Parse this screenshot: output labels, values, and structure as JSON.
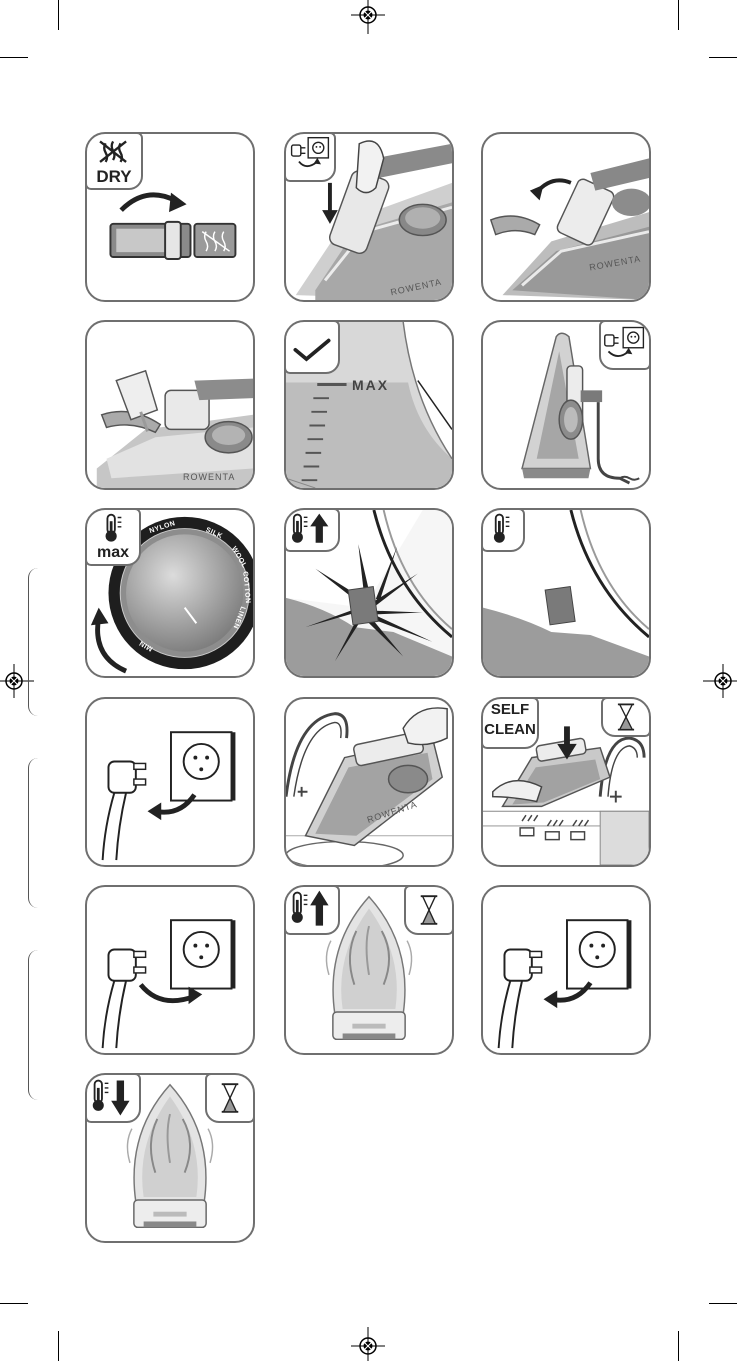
{
  "badges": {
    "dry_label": "DRY",
    "max_label": "max",
    "self_clean_line1": "SELF",
    "self_clean_line2": "CLEAN"
  },
  "reservoir": {
    "max_label": "MAX"
  },
  "dial": {
    "labels": [
      "NYLON",
      "SILK",
      "WOOL",
      "COTTON",
      "LINEN",
      "MIN"
    ]
  },
  "brand": {
    "name": "ROWENTA"
  },
  "colors": {
    "panel_border": "#6f6f6f",
    "tint_light": "#d6d6d6",
    "tint_mid": "#b4b4b4",
    "tint_dark": "#7a7a7a",
    "ink": "#222222"
  },
  "icons": [
    "no-steam-icon",
    "socket-plug-icon",
    "checkmark-icon",
    "thermometer-icon",
    "arrow-up-icon",
    "arrow-down-icon",
    "hourglass-icon",
    "registration-mark-icon"
  ]
}
